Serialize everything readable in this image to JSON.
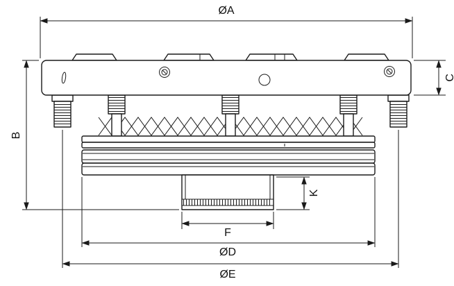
{
  "dimensions": {
    "diameter_a": "ØA",
    "height_b": "B",
    "thickness_c": "C",
    "height_k": "K",
    "width_f": "F",
    "diameter_d": "ØD",
    "diameter_e": "ØE"
  },
  "colors": {
    "line": "#1a1a1a",
    "background": "#ffffff"
  }
}
